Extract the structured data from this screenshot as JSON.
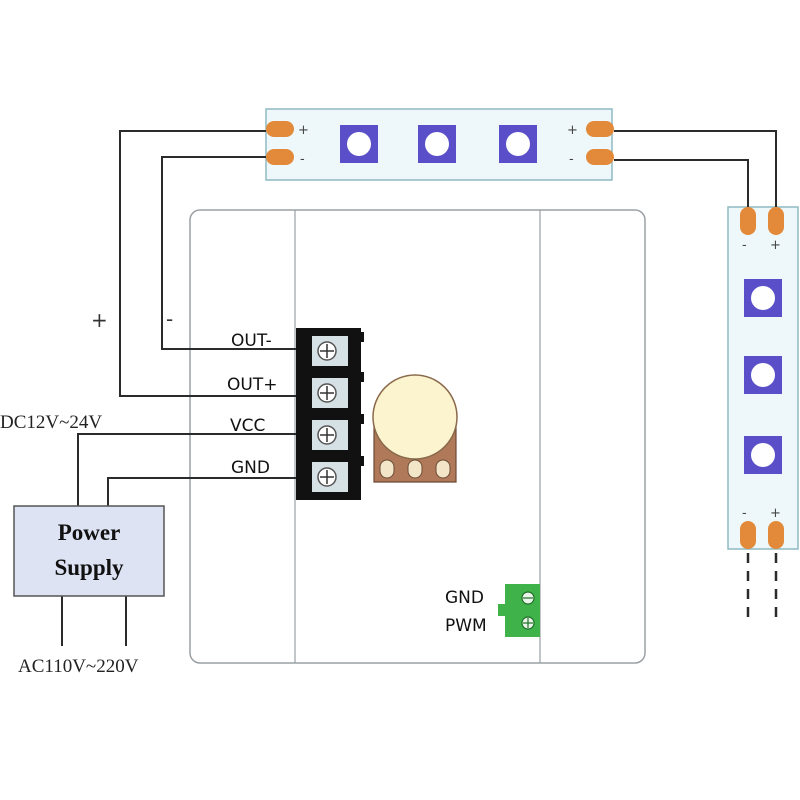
{
  "wire_polarity": {
    "left_plus": "+",
    "left_minus": "-"
  },
  "supply_voltage": "DC12V~24V",
  "mains_voltage": "AC110V~220V",
  "power_supply": {
    "line1": "Power",
    "line2": "Supply"
  },
  "terminals": {
    "out_minus": "OUT-",
    "out_plus": "OUT+",
    "vcc": "VCC",
    "gnd": "GND"
  },
  "signal_terminals": {
    "gnd": "GND",
    "pwm": "PWM"
  },
  "strip_top": {
    "pad_plus_left": "+",
    "pad_minus_left": "-",
    "pad_plus_right": "+",
    "pad_minus_right": "-"
  },
  "strip_right": {
    "pad_minus_top": "-",
    "pad_plus_top": "+",
    "pad_minus_bottom": "-",
    "pad_plus_bottom": "+"
  },
  "colors": {
    "wire": "#2b2b2b",
    "strip_fill": "#eef8fa",
    "pad": "#e28a3a",
    "led_outer": "#5a4fc8",
    "terminal_block": "#111111",
    "screw": "#d6e1e6",
    "knob": "#fbf4cf",
    "pot_body": "#b07a5a",
    "power_box": "#dde3f3",
    "signal_terminal": "#3fb24a"
  }
}
